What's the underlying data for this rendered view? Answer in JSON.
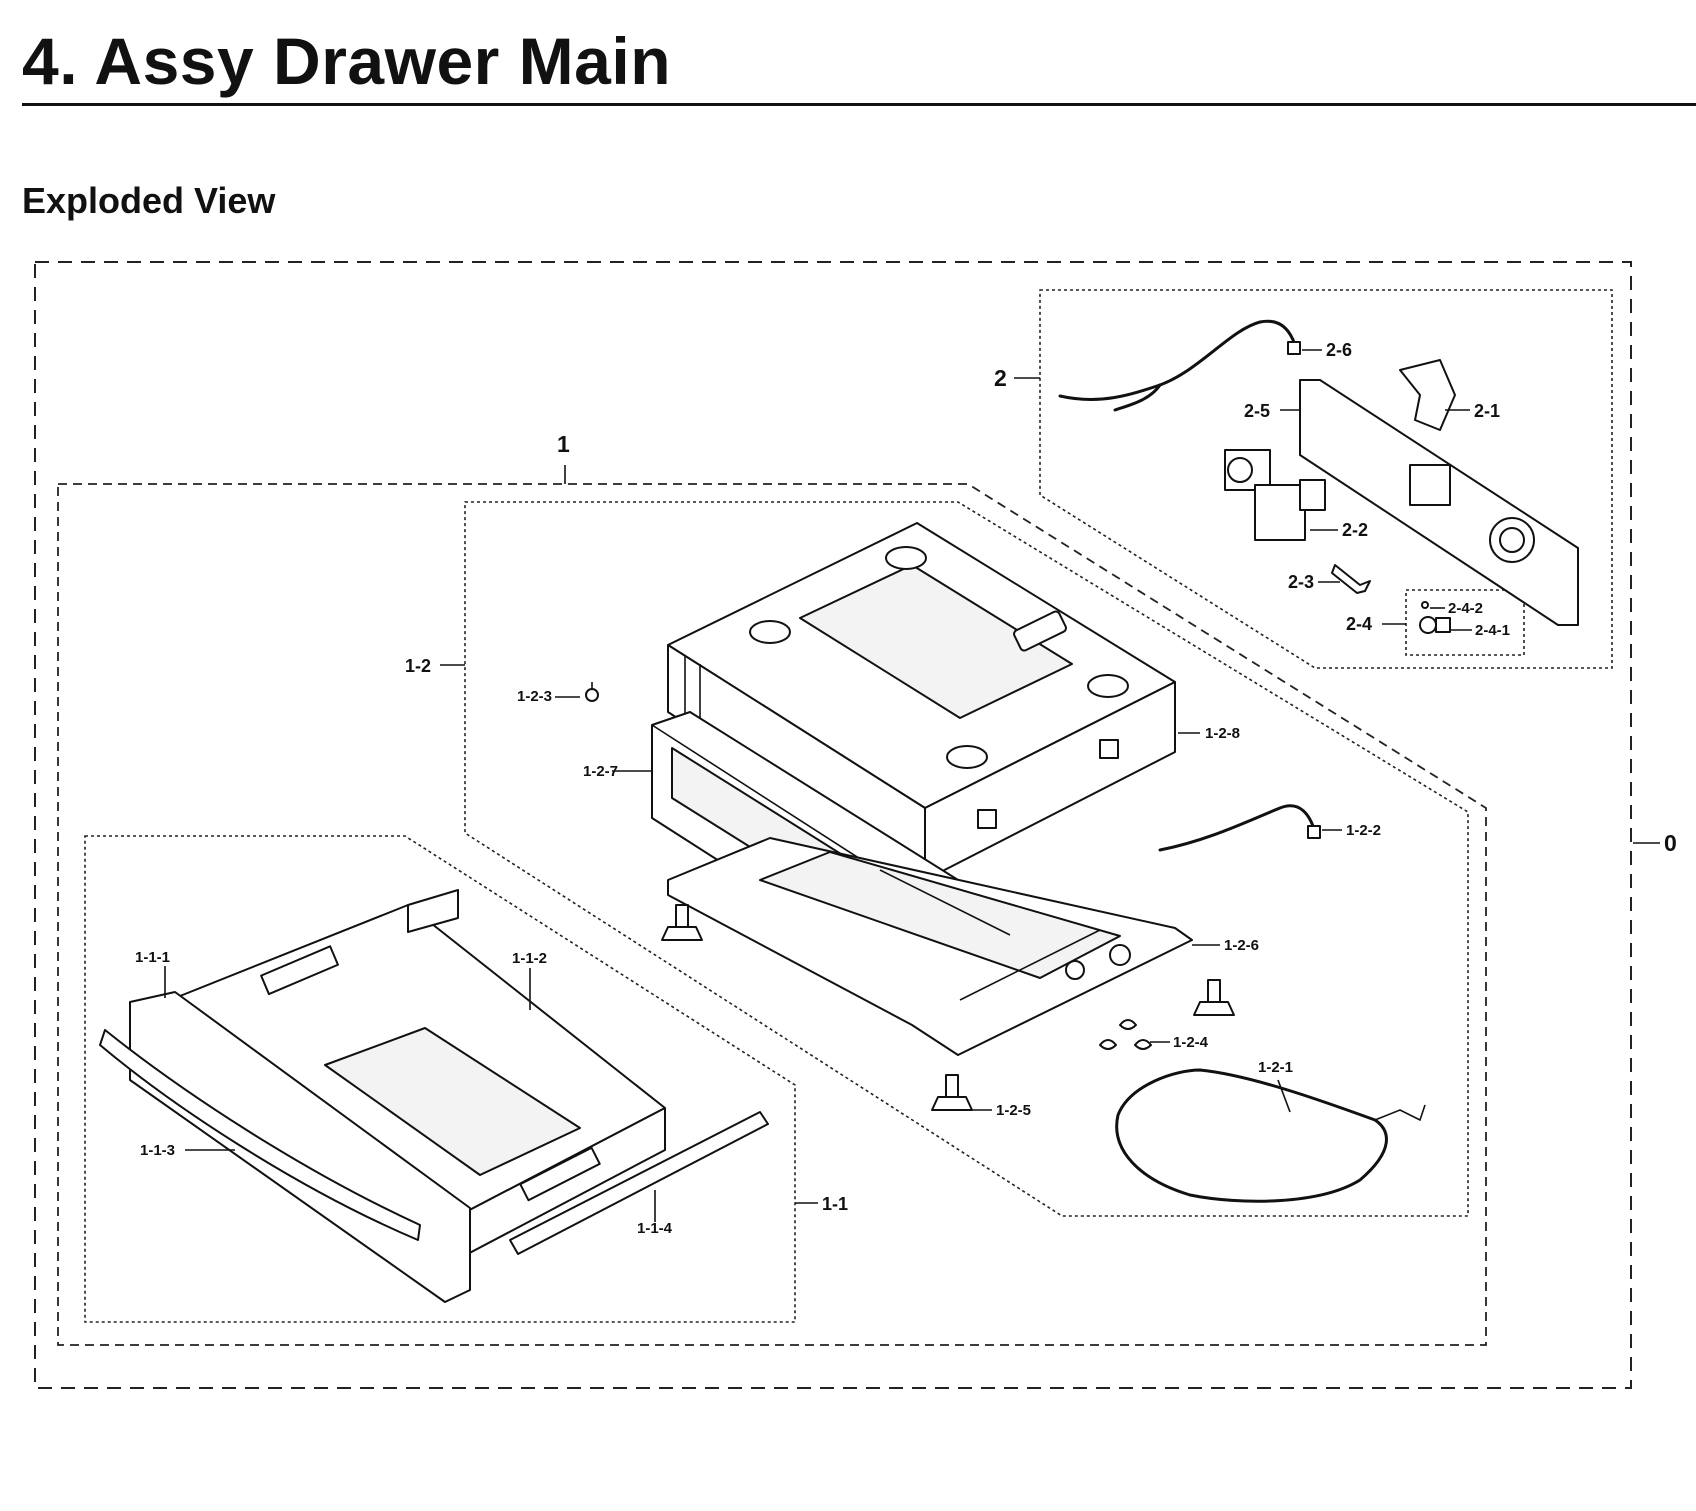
{
  "header": {
    "title": "4.  Assy Drawer Main",
    "subtitle": "Exploded View"
  },
  "callouts": {
    "c0": "0",
    "c1": "1",
    "c1_1": "1-1",
    "c1_1_1": "1-1-1",
    "c1_1_2": "1-1-2",
    "c1_1_3": "1-1-3",
    "c1_1_4": "1-1-4",
    "c1_2": "1-2",
    "c1_2_1": "1-2-1",
    "c1_2_2": "1-2-2",
    "c1_2_3": "1-2-3",
    "c1_2_4": "1-2-4",
    "c1_2_5": "1-2-5",
    "c1_2_6": "1-2-6",
    "c1_2_7": "1-2-7",
    "c1_2_8": "1-2-8",
    "c2": "2",
    "c2_1": "2-1",
    "c2_2": "2-2",
    "c2_3": "2-3",
    "c2_4": "2-4",
    "c2_4_1": "2-4-1",
    "c2_4_2": "2-4-2",
    "c2_5": "2-5",
    "c2_6": "2-6"
  }
}
